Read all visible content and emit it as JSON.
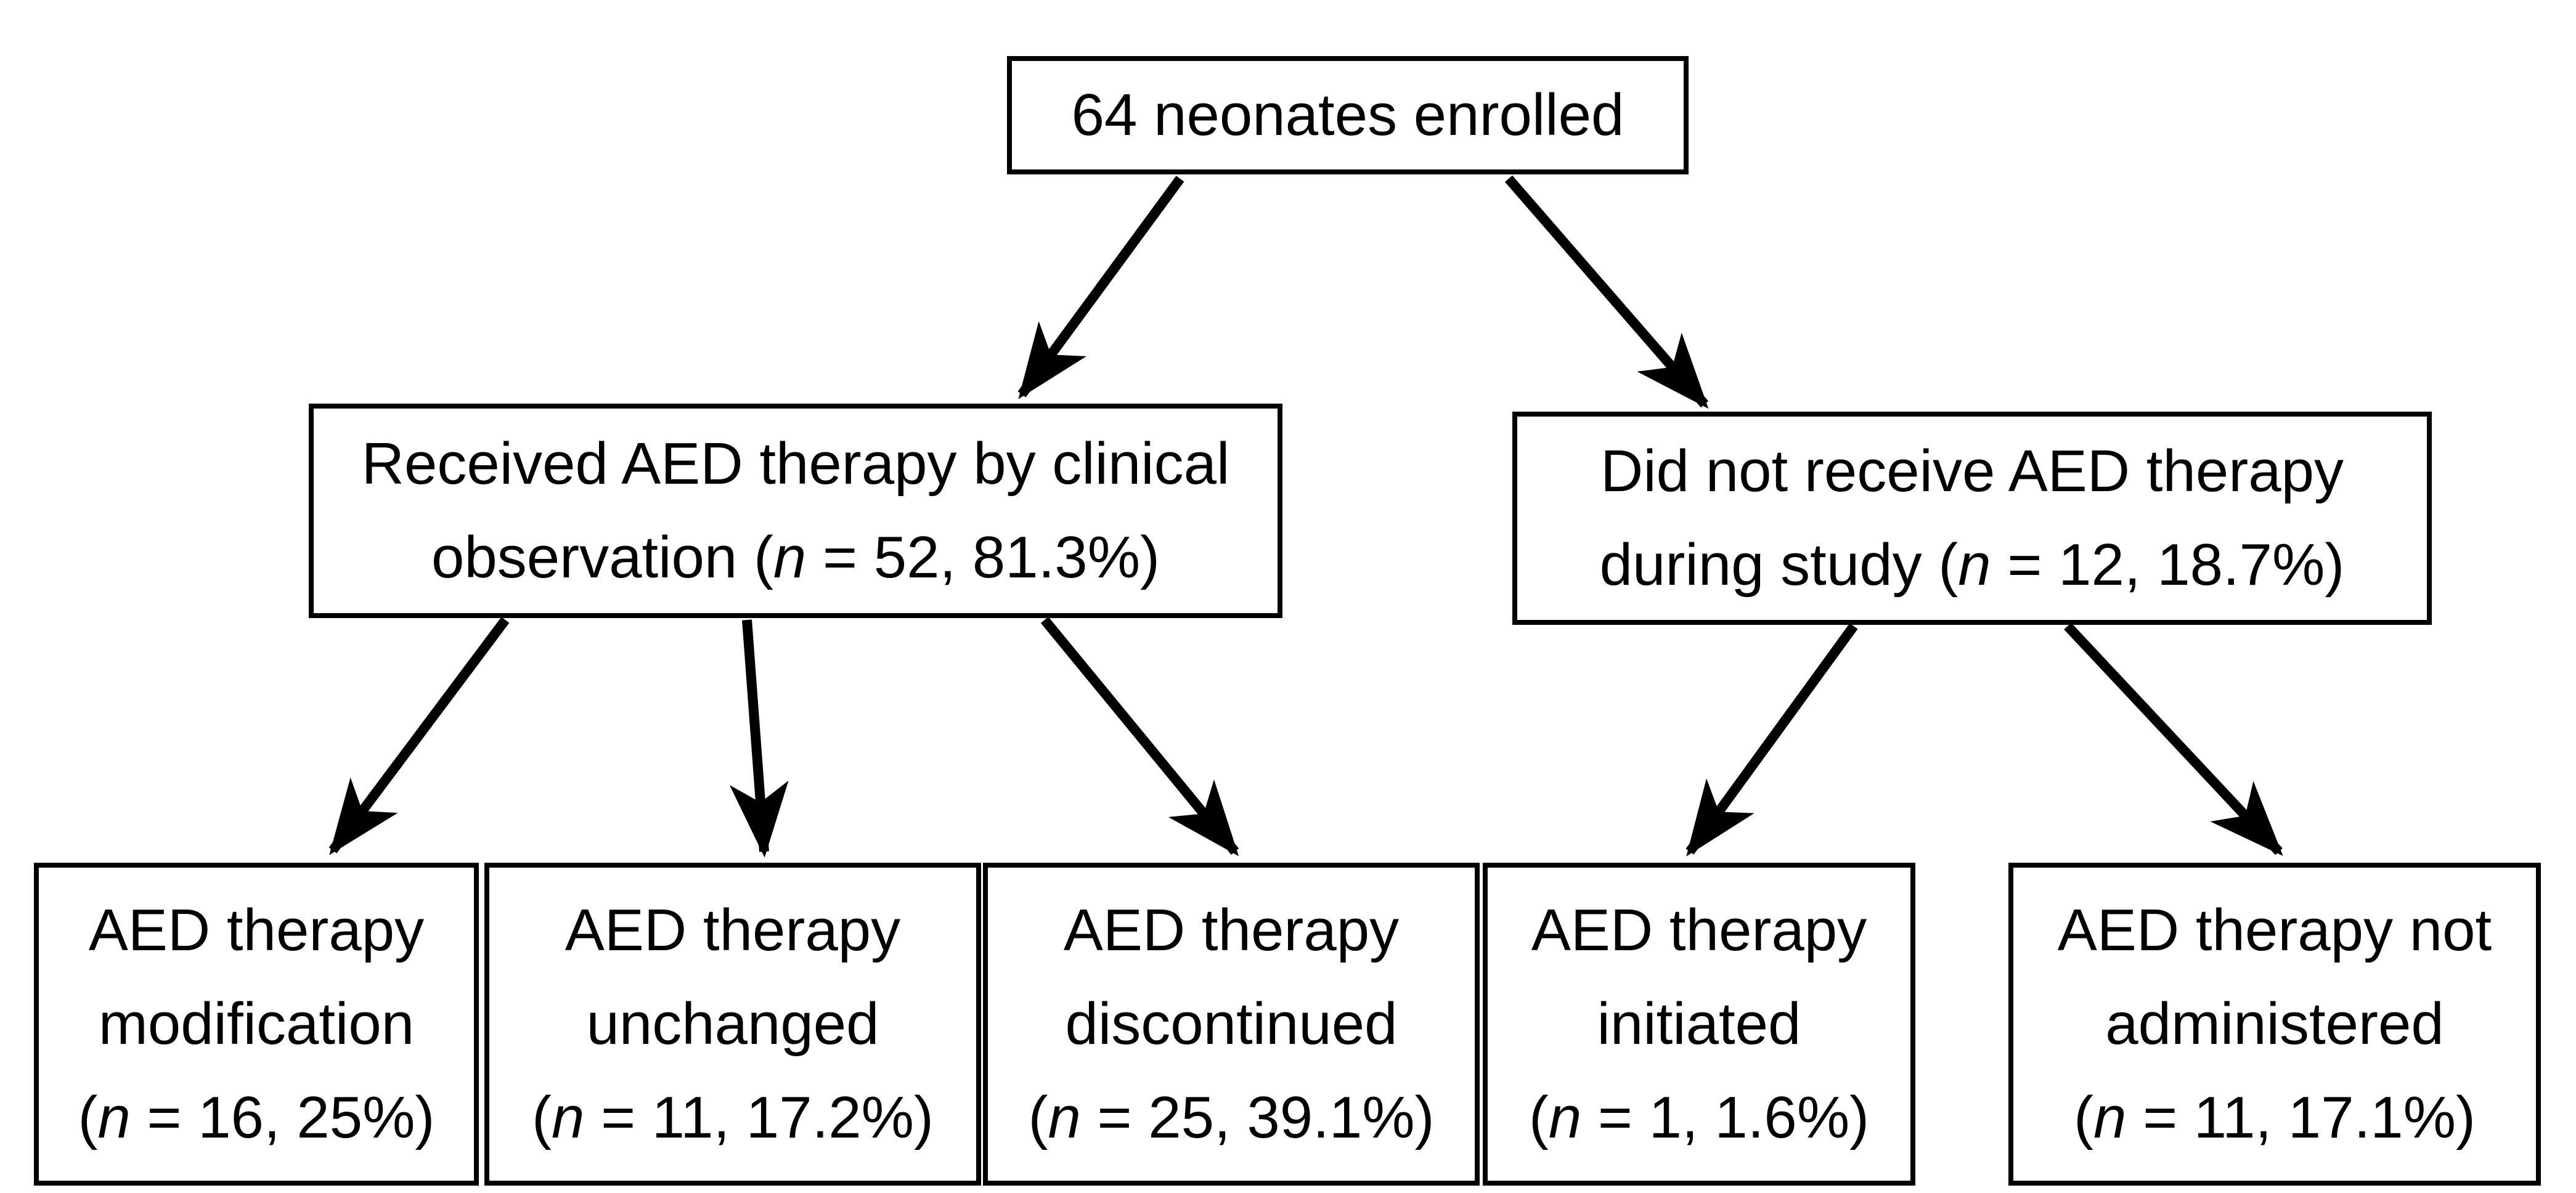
{
  "diagram": {
    "type": "flowchart",
    "colors": {
      "background": "#ffffff",
      "box_fill": "#ffffff",
      "box_border": "#000000",
      "text": "#000000",
      "arrow": "#000000"
    },
    "nodes": {
      "root": {
        "id": "root",
        "lines": [
          "64 neonates enrolled"
        ]
      },
      "received": {
        "id": "received",
        "lines": [
          "Received AED therapy by clinical",
          "observation (n = 52, 81.3%)"
        ]
      },
      "not_received": {
        "id": "not_received",
        "lines": [
          "Did not receive AED therapy",
          "during study (n = 12, 18.7%)"
        ]
      },
      "modification": {
        "id": "modification",
        "lines": [
          "AED therapy",
          "modification",
          "(n = 16, 25%)"
        ]
      },
      "unchanged": {
        "id": "unchanged",
        "lines": [
          "AED therapy",
          "unchanged",
          "(n = 11, 17.2%)"
        ]
      },
      "discontinued": {
        "id": "discontinued",
        "lines": [
          "AED therapy",
          "discontinued",
          "(n = 25, 39.1%)"
        ]
      },
      "initiated": {
        "id": "initiated",
        "lines": [
          "AED therapy",
          "initiated",
          "(n = 1, 1.6%)"
        ]
      },
      "not_administered": {
        "id": "not_administered",
        "lines": [
          "AED therapy not",
          "administered",
          "(n = 11, 17.1%)"
        ]
      }
    },
    "edges": [
      {
        "from": "root",
        "to": "received"
      },
      {
        "from": "root",
        "to": "not_received"
      },
      {
        "from": "received",
        "to": "modification"
      },
      {
        "from": "received",
        "to": "unchanged"
      },
      {
        "from": "received",
        "to": "discontinued"
      },
      {
        "from": "not_received",
        "to": "initiated"
      },
      {
        "from": "not_received",
        "to": "not_administered"
      }
    ]
  }
}
